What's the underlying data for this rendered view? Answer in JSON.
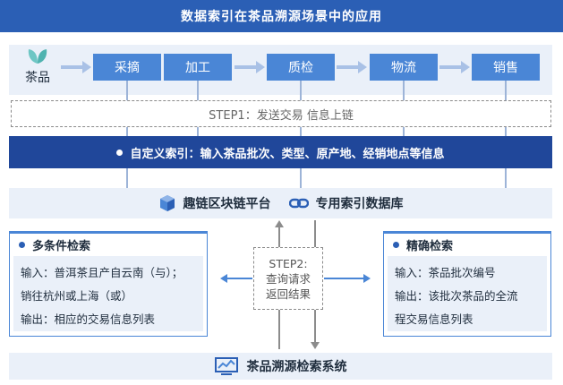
{
  "title": "数据索引在茶品溯源场景中的应用",
  "tea_label": "茶品",
  "steps": [
    "采摘",
    "加工",
    "质检",
    "物流",
    "销售"
  ],
  "step1": "STEP1：发送交易 信息上链",
  "index_bar": "自定义索引：输入茶品批次、类型、原产地、经销地点等信息",
  "platform": {
    "chain": "趣链区块链平台",
    "db": "专用索引数据库"
  },
  "multi_search": {
    "title": "多条件检索",
    "line1": "输入：普洱茶且产自云南（与）；",
    "line2": "销往杭州或上海（或）",
    "line3": "输出：相应的交易信息列表"
  },
  "step2": {
    "line1": "STEP2:",
    "line2": "查询请求",
    "line3": "返回结果"
  },
  "exact_search": {
    "title": "精确检索",
    "line1": "输入：茶品批次编号",
    "line2": "输出：该批次茶品的全流",
    "line3": "程交易信息列表"
  },
  "system": "茶品溯源检索系统",
  "colors": {
    "title_bar": "#2b5fb5",
    "step_box": "#4a86d6",
    "index_bar": "#20479a",
    "light_band": "#eaf0f9",
    "leaf": "#6ec6c4"
  }
}
